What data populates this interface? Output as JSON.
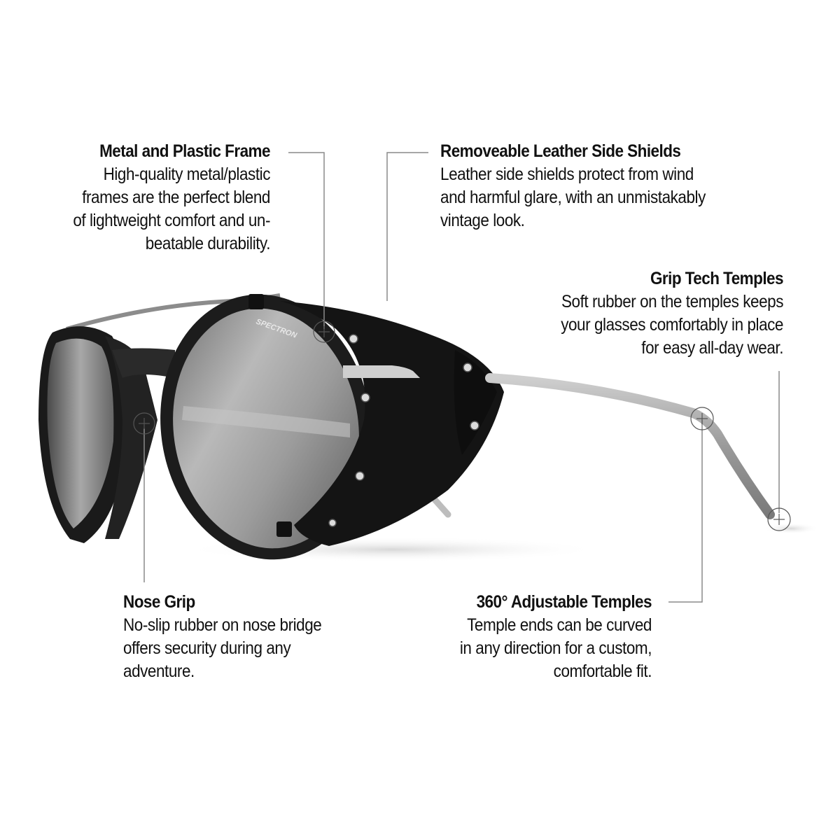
{
  "callouts": [
    {
      "id": "metal-plastic-frame",
      "title": "Metal and Plastic Frame",
      "lines": [
        "High-quality metal/plastic",
        "frames are the perfect blend",
        "of lightweight comfort and un-",
        "beatable durability."
      ]
    },
    {
      "id": "leather-side-shields",
      "title": "Removeable Leather Side Shields",
      "lines": [
        "Leather side shields protect from wind",
        "and harmful glare, with an unmistakably",
        "vintage look."
      ]
    },
    {
      "id": "grip-tech-temples",
      "title": "Grip Tech Temples",
      "lines": [
        "Soft rubber on the temples keeps",
        "your glasses comfortably in place",
        "for easy all-day wear."
      ]
    },
    {
      "id": "nose-grip",
      "title": "Nose Grip",
      "lines": [
        "No-slip rubber on nose bridge",
        "offers security during any",
        "adventure."
      ]
    },
    {
      "id": "adjustable-temples",
      "title": "360° Adjustable Temples",
      "lines": [
        "Temple ends can be curved",
        "in any direction for a custom,",
        "comfortable fit."
      ]
    }
  ],
  "product": {
    "lens_brand_text": "SPECTRON",
    "colors": {
      "frame": "#1c1c1c",
      "leather": "#151515",
      "lens": "#9a9a9a",
      "temple": "#a8a8a8",
      "callout_line": "#8a8a8a"
    }
  }
}
